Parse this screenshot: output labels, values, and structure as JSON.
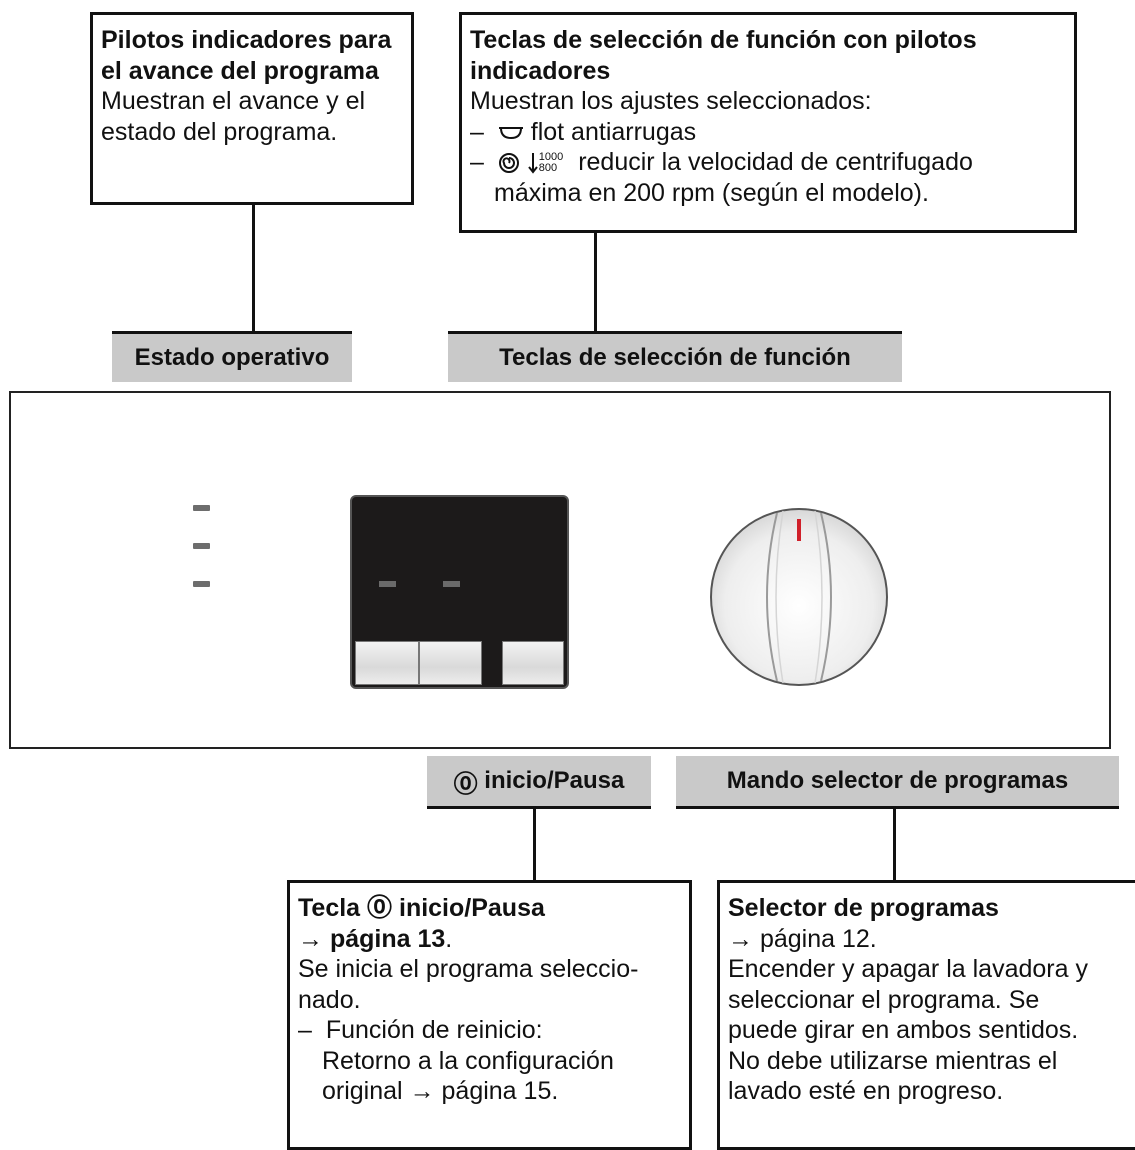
{
  "callouts": {
    "progress": {
      "title_1": "Pilotos indicadores para",
      "title_2": "el avance del programa",
      "desc_1": "Muestran el avance y el",
      "desc_2": "estado del programa."
    },
    "function_keys": {
      "title_1": "Teclas de selección de función  con pilotos",
      "title_2": "indicadores",
      "desc": "Muestran los ajustes seleccionados:",
      "item1_text": "flot antiarrugas",
      "item2_sup": "1000",
      "item2_sub": "800",
      "item2_text": "reducir la velocidad de centrifugado",
      "item2_cont": "máxima en 200 rpm (según el modelo)."
    },
    "start_pause": {
      "title_prefix": "Tecla ",
      "title_suffix": " inicio/Pausa",
      "ref_text": "página 13",
      "ref_end": ".",
      "desc_1": "Se inicia el programa seleccio-",
      "desc_2": "nado.",
      "bullet_1": "Función de reinicio:",
      "bullet_2": "Retorno a la configuración",
      "bullet_3_text": "original",
      "bullet_3_ref": "página 15."
    },
    "program_selector": {
      "title": "Selector de programas",
      "ref": "página 12.",
      "desc_1": "Encender y apagar la lavadora y",
      "desc_2": "seleccionar el programa. Se",
      "desc_3": "puede girar en ambos sentidos.",
      "desc_4": "No debe utilizarse mientras el",
      "desc_5": "lavado esté en progreso."
    }
  },
  "labels": {
    "operating_state": "Estado operativo",
    "function_keys": "Teclas de selección de función",
    "start_pause": "inicio/Pausa",
    "program_knob": "Mando selector de programas"
  },
  "symbols": {
    "dash": "–",
    "arrow": "→",
    "start_symbol": "⓪"
  },
  "colors": {
    "label_bg": "#c9c9c9",
    "keypad_bg": "#1c1a1a",
    "knob_marker": "#d0202a"
  }
}
